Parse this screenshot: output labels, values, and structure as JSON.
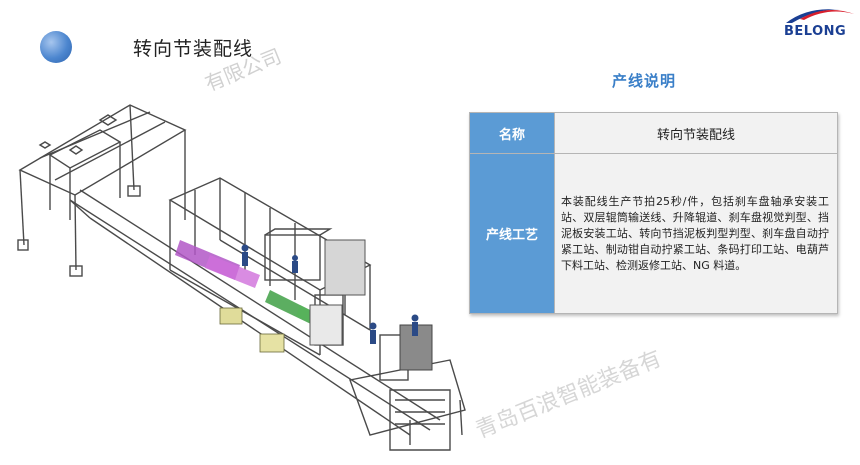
{
  "header": {
    "title": "转向节装配线"
  },
  "logo": {
    "text": "BELONG"
  },
  "watermarks": {
    "top": "有限公司",
    "bottom": "青岛百浪智能装备有"
  },
  "section": {
    "title": "产线说明"
  },
  "table": {
    "rows": [
      {
        "label": "名称",
        "value": "转向节装配线"
      },
      {
        "label": "产线工艺",
        "value": "本装配线生产节拍25秒/件，包括刹车盘轴承安装工站、双层辊筒输送线、升降辊道、刹车盘视觉判型、挡泥板安装工站、转向节挡泥板判型判型、刹车盘自动拧紧工站、制动钳自动拧紧工站、条码打印工站、电葫芦下料工站、检测返修工站、NG 料道。"
      }
    ]
  },
  "colors": {
    "label_bg": "#5b9bd5",
    "section_title": "#3a7fc8",
    "logo_blue": "#1b3f93",
    "logo_red": "#d81e2c"
  }
}
